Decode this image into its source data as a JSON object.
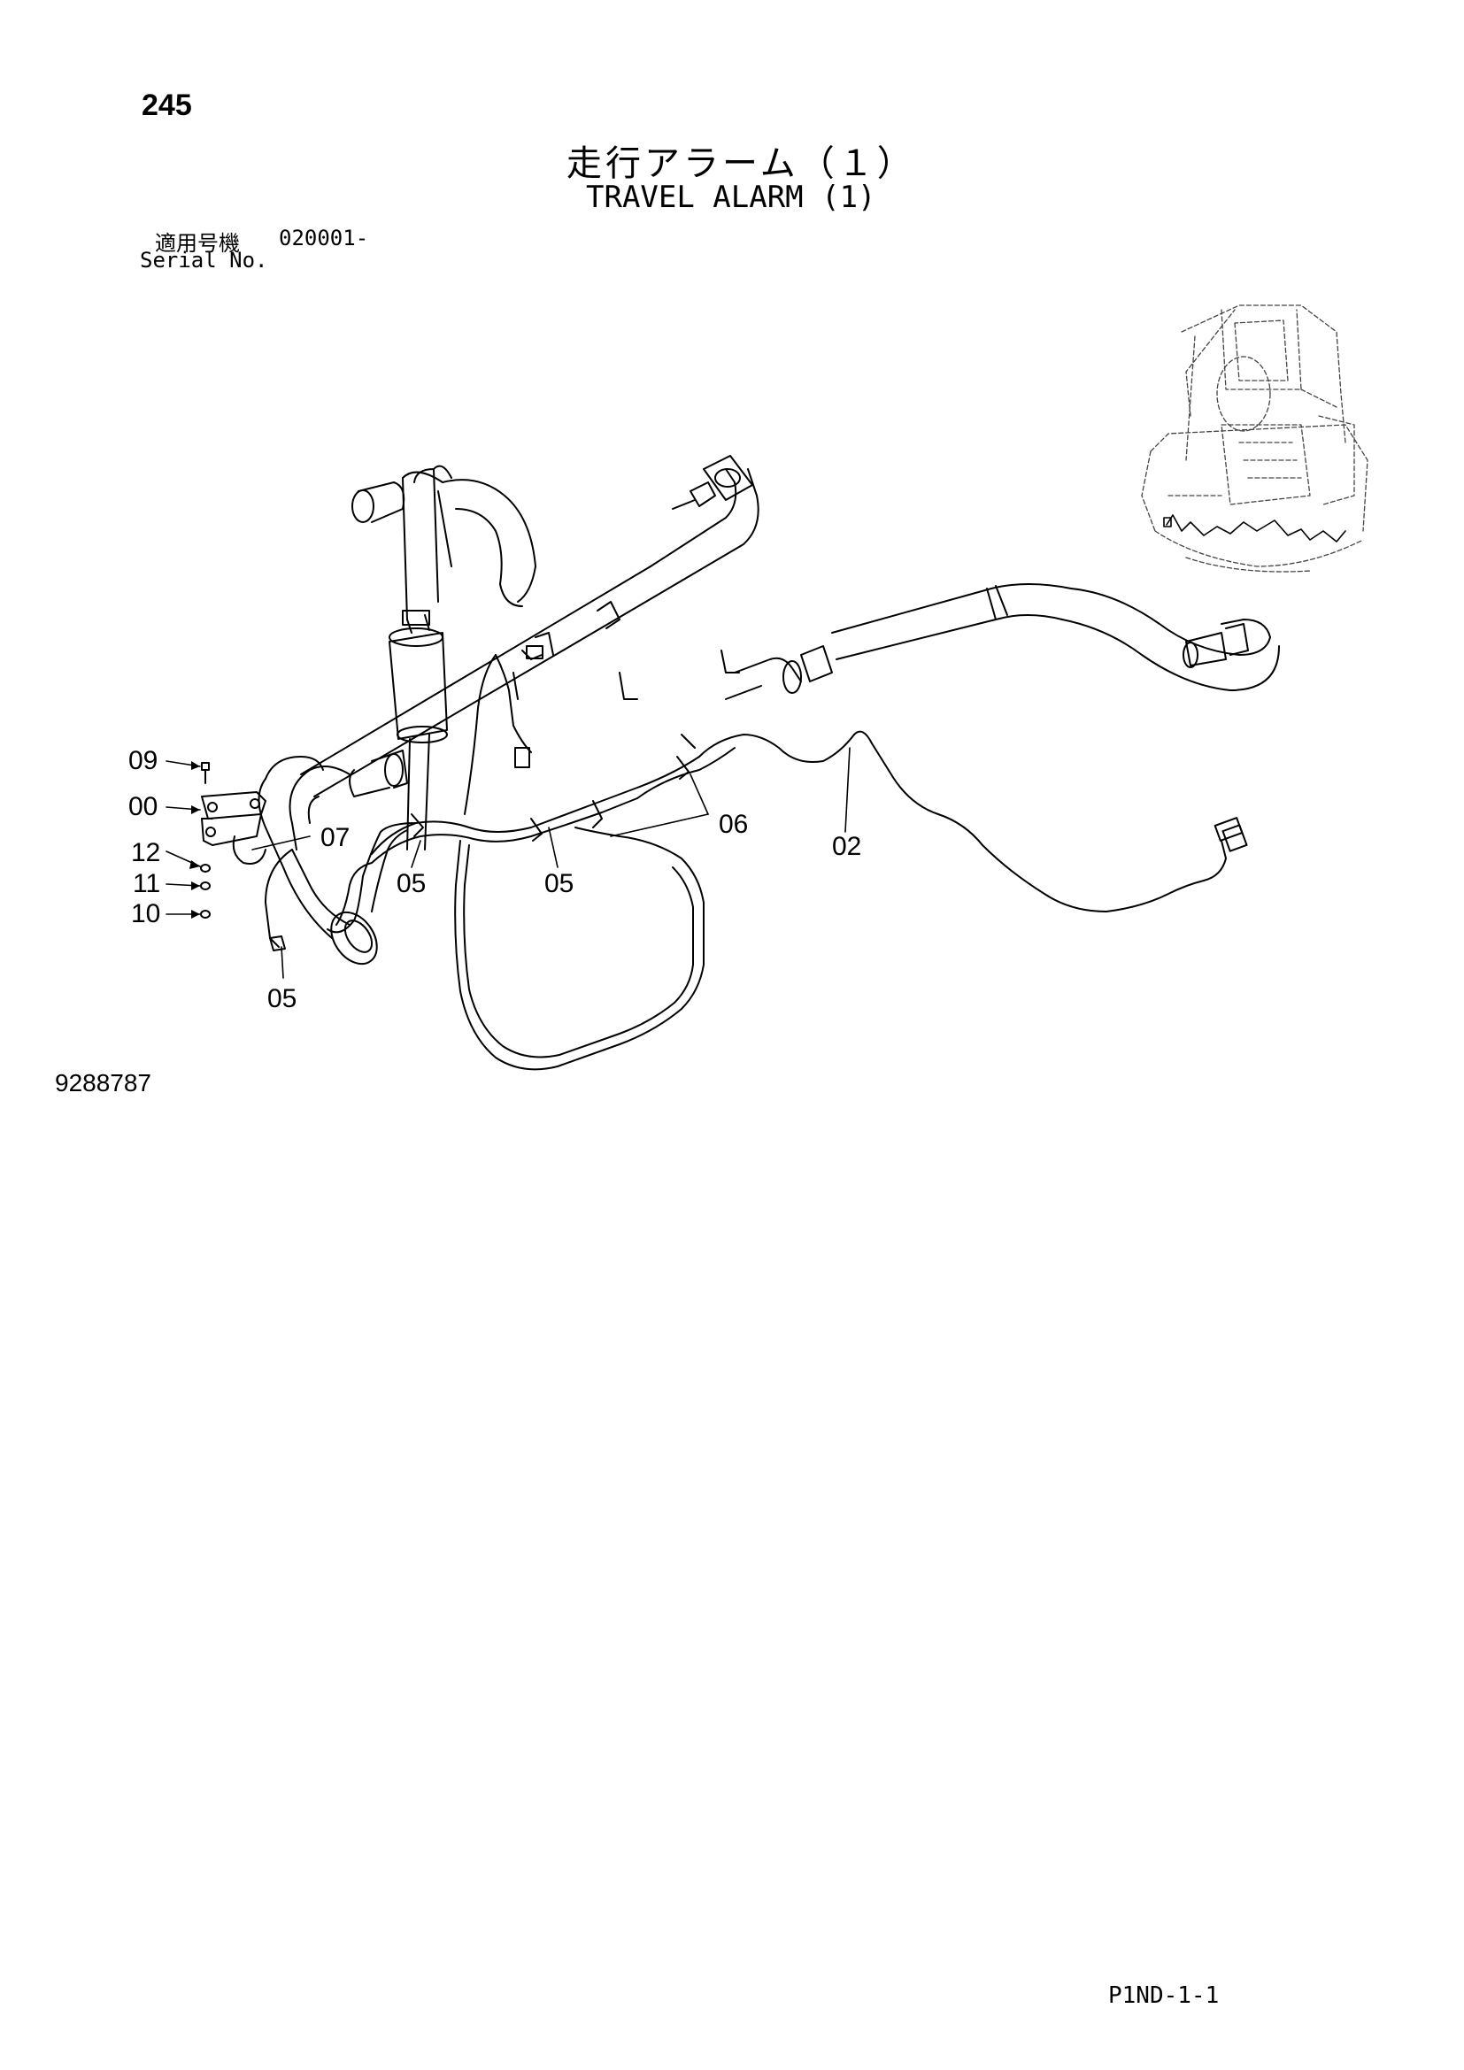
{
  "header": {
    "page_number": "245",
    "title_ja": "走行アラーム（１）",
    "title_en": "TRAVEL ALARM (1)",
    "serial_label_ja": "適用号機",
    "serial_value": "020001-",
    "serial_label_en": "Serial No."
  },
  "callouts": {
    "c09": "09",
    "c00": "00",
    "c12": "12",
    "c11": "11",
    "c10": "10",
    "c07": "07",
    "c05a": "05",
    "c05b": "05",
    "c05c": "05",
    "c06": "06",
    "c02": "02"
  },
  "footer": {
    "drawing_number": "9288787",
    "page_code": "P1ND-1-1"
  }
}
